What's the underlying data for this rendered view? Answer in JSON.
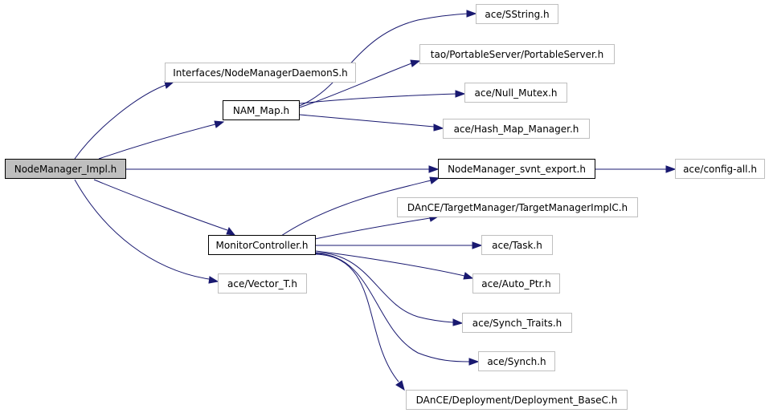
{
  "colors": {
    "edge": "#191970",
    "root_fill": "#bfbfbf",
    "box_border_dim": "#bfbfbf",
    "box_border_dark": "#000000"
  },
  "nodes": {
    "nodemanager_impl": "NodeManager_Impl.h",
    "interfaces_daemon": "Interfaces/NodeManagerDaemonS.h",
    "nam_map": "NAM_Map.h",
    "sstring": "ace/SString.h",
    "portableserver": "tao/PortableServer/PortableServer.h",
    "null_mutex": "ace/Null_Mutex.h",
    "hash_map_manager": "ace/Hash_Map_Manager.h",
    "svnt_export": "NodeManager_svnt_export.h",
    "config_all": "ace/config-all.h",
    "targetmanager": "DAnCE/TargetManager/TargetManagerImplC.h",
    "monitorcontroller": "MonitorController.h",
    "task": "ace/Task.h",
    "auto_ptr": "ace/Auto_Ptr.h",
    "vector_t": "ace/Vector_T.h",
    "synch_traits": "ace/Synch_Traits.h",
    "synch": "ace/Synch.h",
    "deployment_basec": "DAnCE/Deployment/Deployment_BaseC.h"
  }
}
